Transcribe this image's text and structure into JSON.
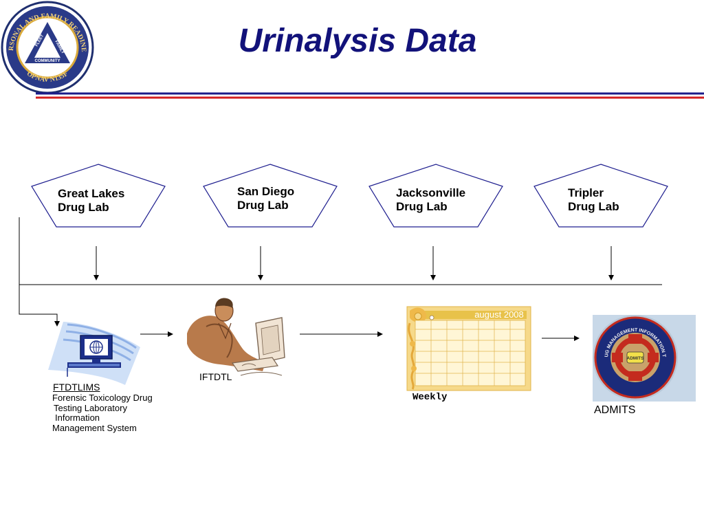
{
  "slide": {
    "title": "Urinalysis Data",
    "seal": {
      "ring_text": "PERSONAL AND FAMILY READINESS",
      "bottom_text": "OPNAV N135F",
      "triangle_labels": [
        "FLEET",
        "FAMILY",
        "COMMUNITY"
      ]
    }
  },
  "labs": [
    {
      "line1": "Great Lakes",
      "line2": "Drug Lab"
    },
    {
      "line1": "San Diego",
      "line2": "Drug Lab"
    },
    {
      "line1": "Jacksonville",
      "line2": "Drug Lab"
    },
    {
      "line1": "Tripler",
      "line2": "Drug Lab"
    }
  ],
  "ftdtlims": {
    "title": "FTDTLIMS",
    "desc": [
      "Forensic Toxicology Drug",
      "Testing Laboratory",
      "Information",
      "Management System"
    ]
  },
  "iftdtl": {
    "label": "IFTDTL"
  },
  "calendar": {
    "month": "august 2008",
    "label": "Weekly"
  },
  "admits": {
    "label": "ADMITS",
    "seal_text": "ALCOHOL AND DRUG MANAGEMENT INFORMATION TRACKING SYSTEM",
    "center_text": "ADMITS"
  },
  "colors": {
    "title": "#12127a",
    "rule_blue": "#1b1b8a",
    "rule_red": "#d42020",
    "pentagon_stroke": "#1f1f8f",
    "calendar_bg": "#f6d98a",
    "calendar_header": "#e8c24a",
    "admits_red": "#c42b1e"
  }
}
